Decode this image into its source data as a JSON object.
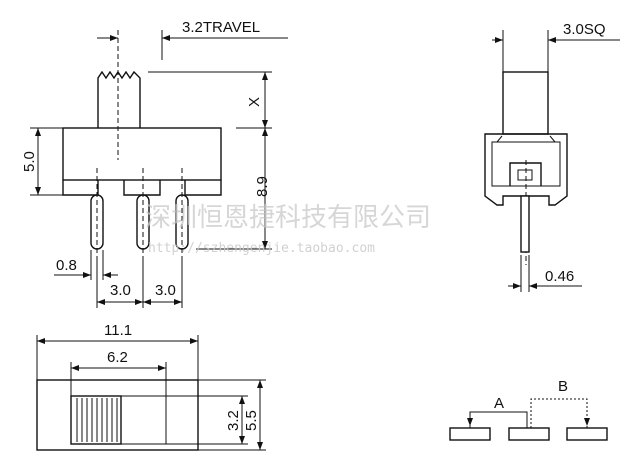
{
  "drawing": {
    "side_view": {
      "travel_label": "3.2TRAVEL",
      "actuator_height_label": "X",
      "body_height_label": "5.0",
      "total_height_label": "8.9",
      "pin_width_label": "0.8",
      "pin_pitch_left_label": "3.0",
      "pin_pitch_right_label": "3.0"
    },
    "end_view": {
      "actuator_square_label": "3.0SQ",
      "pin_thickness_label": "0.46"
    },
    "top_view": {
      "length_label": "11.1",
      "window_label": "6.2",
      "width_inner_label": "3.2",
      "width_outer_label": "5.5"
    },
    "schematic": {
      "position_a_label": "A",
      "position_b_label": "B"
    },
    "watermark": {
      "company": "深圳恒恩捷科技有限公司",
      "url": "http://szhengenjie.taobao.com"
    }
  }
}
